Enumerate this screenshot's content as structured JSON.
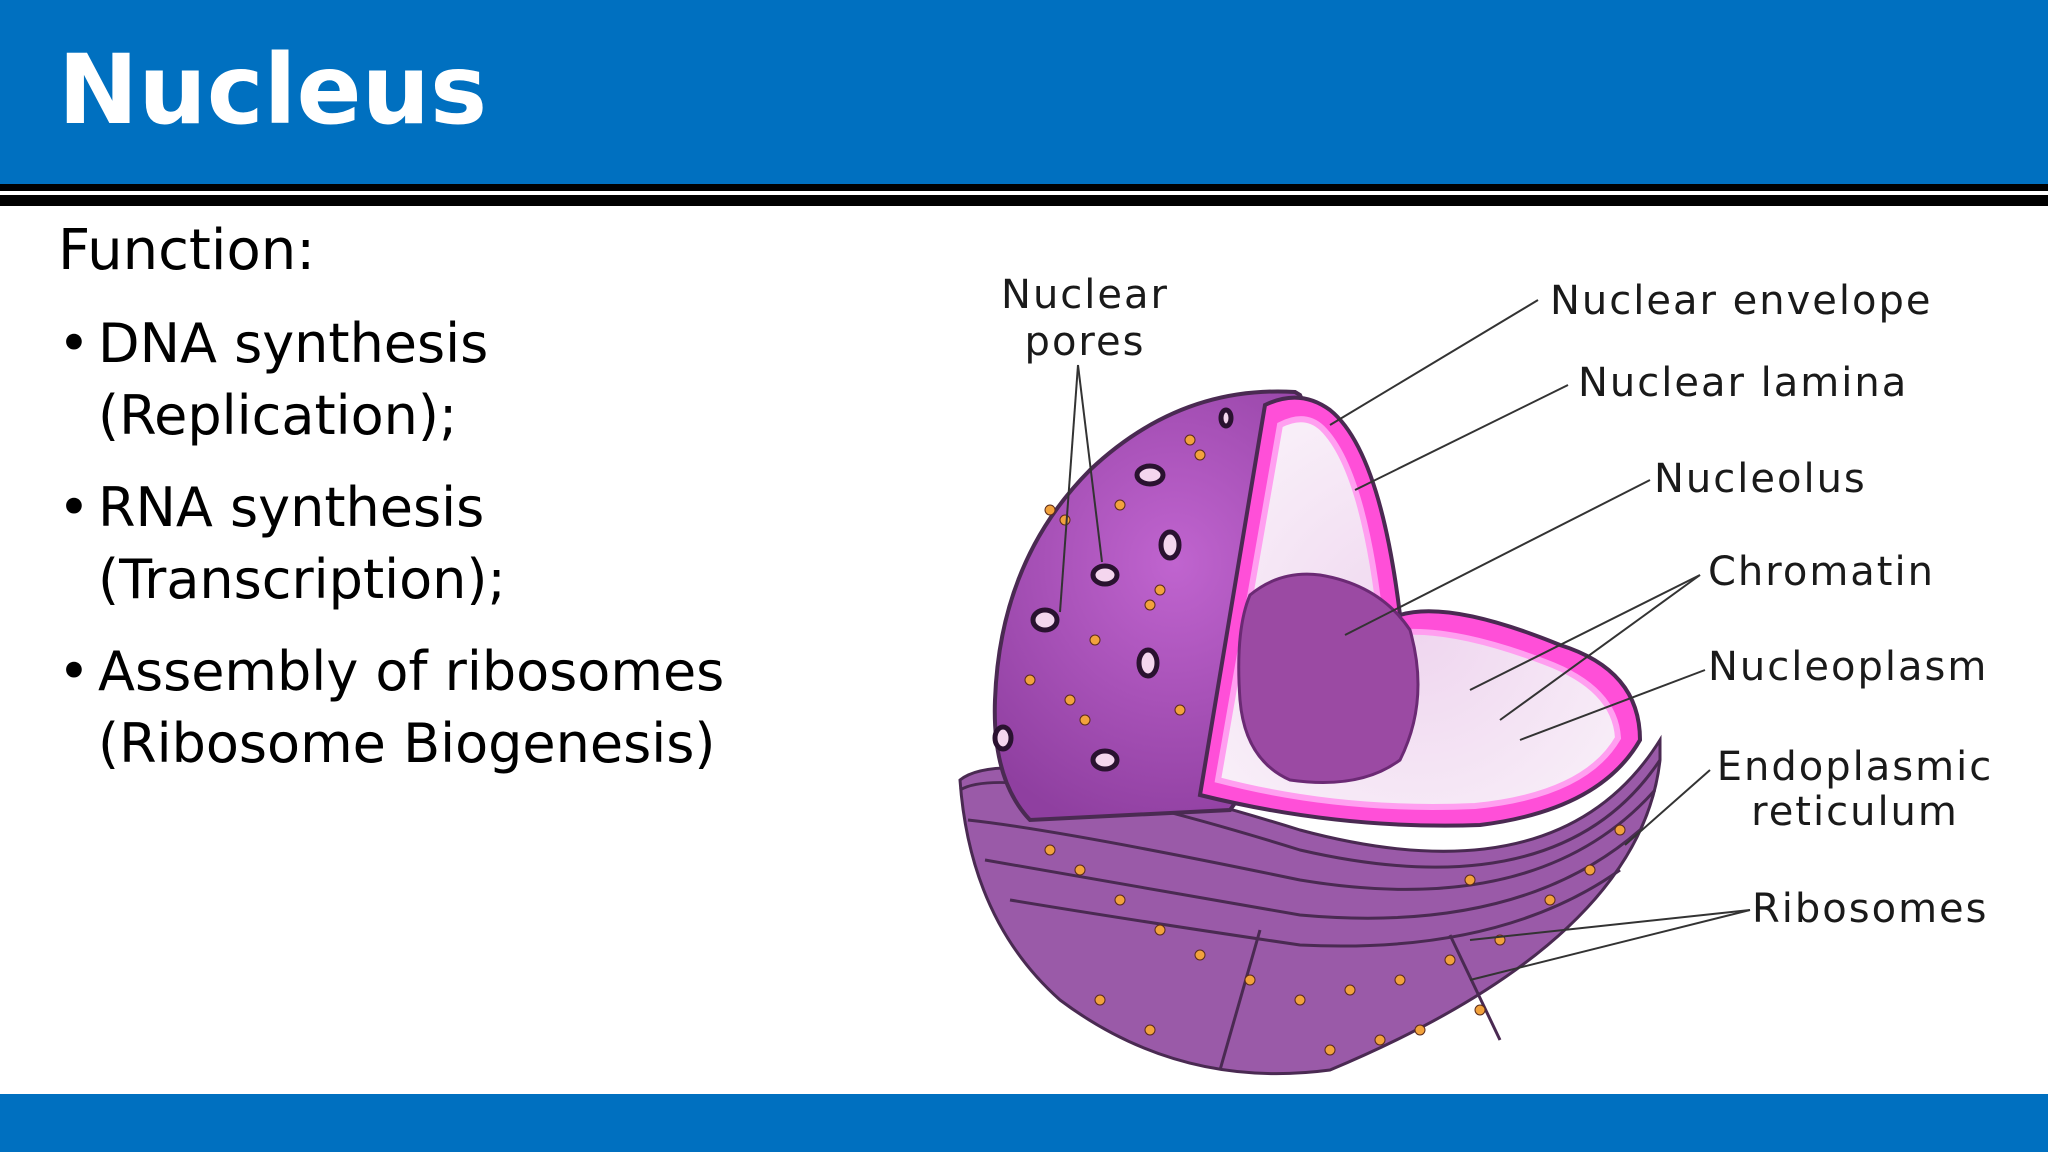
{
  "slide": {
    "title": "Nucleus",
    "function_label": "Function:",
    "bullets": [
      {
        "line1": "DNA synthesis",
        "line2": "(Replication);"
      },
      {
        "line1": "RNA synthesis",
        "line2": "(Transcription);"
      },
      {
        "line1": "Assembly of ribosomes",
        "line2": "(Ribosome Biogenesis)"
      }
    ]
  },
  "diagram": {
    "labels": {
      "nuclear_pores_1": "Nuclear",
      "nuclear_pores_2": "pores",
      "nuclear_envelope": "Nuclear envelope",
      "nuclear_lamina": "Nuclear lamina",
      "nucleolus": "Nucleolus",
      "chromatin": "Chromatin",
      "nucleoplasm": "Nucleoplasm",
      "endoplasmic_reticulum_1": "Endoplasmic",
      "endoplasmic_reticulum_2": "reticulum",
      "ribosomes": "Ribosomes"
    }
  },
  "colors": {
    "header_blue": "#0070c0",
    "nucleus_purple": "#b04fbf",
    "envelope_pink": "#ff4fd8",
    "er_purple": "#9a5aa8",
    "ribosome_orange": "#f2a23c"
  }
}
